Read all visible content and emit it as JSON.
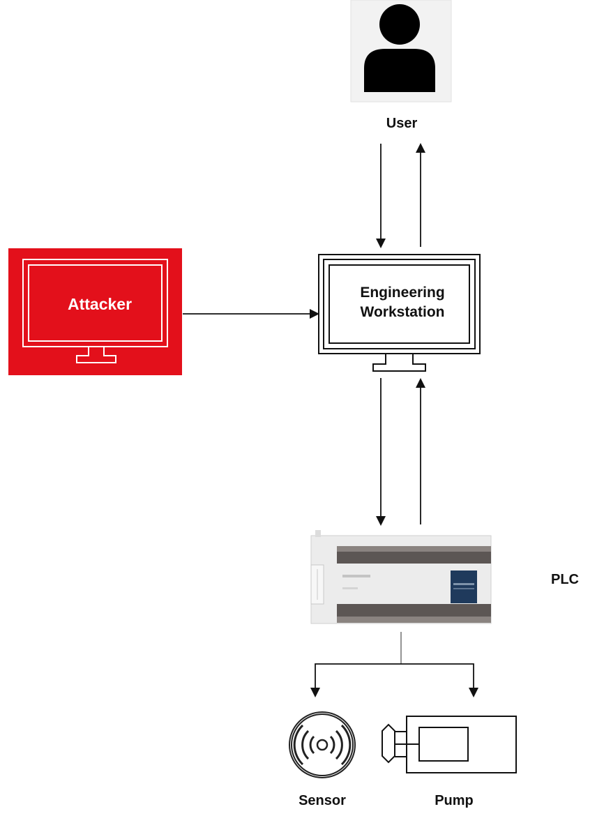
{
  "nodes": {
    "user": {
      "label": "User"
    },
    "attacker": {
      "label": "Attacker"
    },
    "workstation": {
      "label_line1": "Engineering",
      "label_line2": "Workstation"
    },
    "plc": {
      "label": "PLC"
    },
    "sensor": {
      "label": "Sensor"
    },
    "pump": {
      "label": "Pump"
    }
  },
  "colors": {
    "attacker_red": "#e3101b",
    "line": "#111111",
    "plc_body": "#e9e9e9",
    "plc_panel": "#1f3a5c"
  }
}
